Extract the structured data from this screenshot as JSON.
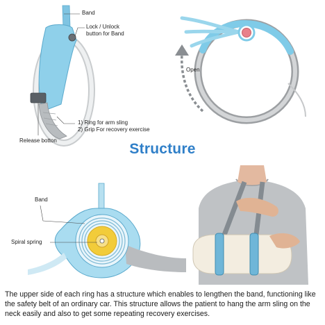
{
  "title": "Structure",
  "labels": {
    "band_top": "Band",
    "lock_line1": "Lock / Unlock",
    "lock_line2": "button for Band",
    "ring_line1": "1) Ring for arm sling",
    "ring_line2": "2) Grip For recovery exercise",
    "release": "Release botton",
    "open": "Open",
    "band_bottom": "Band",
    "spiral": "Spiral spring"
  },
  "caption": "The upper side of each ring has a structure which enables to lengthen the band, functioning like the safety belt of an ordinary car. This structure allows the patient to hang the arm sling on the neck easily and also to get some repeating recovery exercises.",
  "colors": {
    "accent": "#2f7fc8",
    "band_blue": "#86cce6",
    "ring_grey": "#a9acae",
    "lock_pink": "#e8818a",
    "spring_yellow": "#f2cc3a"
  }
}
